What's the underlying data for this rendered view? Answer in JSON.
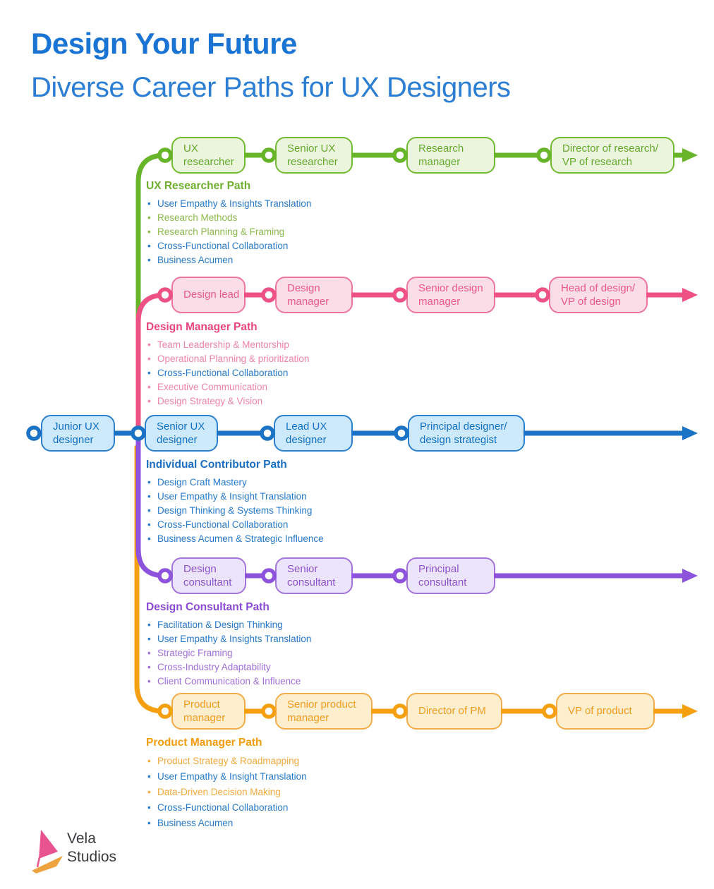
{
  "title": "Design Your Future",
  "subtitle": "Diverse Career Paths for UX Designers",
  "root_node": {
    "label": "Junior UX\ndesigner"
  },
  "paths": [
    {
      "name": "UX Researcher Path",
      "color_key": "green",
      "line_color": "#68b52a",
      "nodes": [
        {
          "label": "UX\nresearcher"
        },
        {
          "label": "Senior UX\nresearcher"
        },
        {
          "label": "Research\nmanager"
        },
        {
          "label": "Director of research/\nVP of research"
        }
      ],
      "skills": [
        {
          "text": "User Empathy & Insights Translation",
          "tone_class": "c-shared"
        },
        {
          "text": "Research Methods",
          "tone_class": "c-path"
        },
        {
          "text": "Research Planning & Framing",
          "tone_class": "c-path"
        },
        {
          "text": "Cross-Functional Collaboration",
          "tone_class": "c-shared"
        },
        {
          "text": "Business Acumen",
          "tone_class": "c-shared"
        }
      ]
    },
    {
      "name": "Design Manager Path",
      "color_key": "pink",
      "line_color": "#ee5183",
      "nodes": [
        {
          "label": "Design lead"
        },
        {
          "label": "Design\nmanager"
        },
        {
          "label": "Senior design\nmanager"
        },
        {
          "label": "Head of design/\nVP of design"
        }
      ],
      "skills": [
        {
          "text": "Team Leadership & Mentorship",
          "tone_class": "c-path"
        },
        {
          "text": "Operational Planning & prioritization",
          "tone_class": "c-path"
        },
        {
          "text": "Cross-Functional Collaboration",
          "tone_class": "c-shared"
        },
        {
          "text": "Executive Communication",
          "tone_class": "c-path"
        },
        {
          "text": "Design Strategy & Vision",
          "tone_class": "c-path"
        }
      ]
    },
    {
      "name": "Individual Contributor Path",
      "color_key": "blue",
      "line_color": "#1a73c5",
      "nodes": [
        {
          "label": "Senior UX\ndesigner"
        },
        {
          "label": "Lead UX\ndesigner"
        },
        {
          "label": "Principal designer/\ndesign strategist"
        }
      ],
      "skills": [
        {
          "text": "Design Craft Mastery",
          "tone_class": "c-shared"
        },
        {
          "text": "User Empathy & Insight Translation",
          "tone_class": "c-shared"
        },
        {
          "text": "Design Thinking & Systems Thinking",
          "tone_class": "c-shared"
        },
        {
          "text": "Cross-Functional Collaboration",
          "tone_class": "c-shared"
        },
        {
          "text": "Business Acumen & Strategic Influence",
          "tone_class": "c-shared"
        }
      ]
    },
    {
      "name": "Design Consultant Path",
      "color_key": "purple",
      "line_color": "#8e53dd",
      "nodes": [
        {
          "label": "Design\nconsultant"
        },
        {
          "label": "Senior\nconsultant"
        },
        {
          "label": "Principal\nconsultant"
        }
      ],
      "skills": [
        {
          "text": "Facilitation & Design Thinking",
          "tone_class": "c-shared"
        },
        {
          "text": "User Empathy & Insights Translation",
          "tone_class": "c-shared"
        },
        {
          "text": "Strategic Framing",
          "tone_class": "c-path"
        },
        {
          "text": "Cross-Industry Adaptability",
          "tone_class": "c-path"
        },
        {
          "text": "Client Communication & Influence",
          "tone_class": "c-path"
        }
      ]
    },
    {
      "name": "Product Manager Path",
      "color_key": "orange",
      "line_color": "#f4a011",
      "nodes": [
        {
          "label": "Product\nmanager"
        },
        {
          "label": "Senior product\nmanager"
        },
        {
          "label": "Director of PM"
        },
        {
          "label": "VP of product"
        }
      ],
      "skills": [
        {
          "text": "Product Strategy & Roadmapping",
          "tone_class": "c-path"
        },
        {
          "text": "User Empathy & Insight Translation",
          "tone_class": "c-shared"
        },
        {
          "text": "Data-Driven Decision Making",
          "tone_class": "c-path"
        },
        {
          "text": "Cross-Functional Collaboration",
          "tone_class": "c-shared"
        },
        {
          "text": "Business Acumen",
          "tone_class": "c-shared"
        }
      ]
    }
  ],
  "logo": {
    "line1": "Vela",
    "line2": "Studios"
  },
  "colors": {
    "title_blue": "#1a74d4",
    "shared_skill_blue": "#2779c9",
    "researcher_green": "#68b52a",
    "manager_pink": "#ee5183",
    "ic_blue": "#1a73c5",
    "consultant_purple": "#8e53dd",
    "pm_orange": "#f4a011",
    "logo_sail_pink": "#e85490",
    "logo_hull_orange": "#eda33e",
    "logo_text": "#3b3b3f"
  }
}
